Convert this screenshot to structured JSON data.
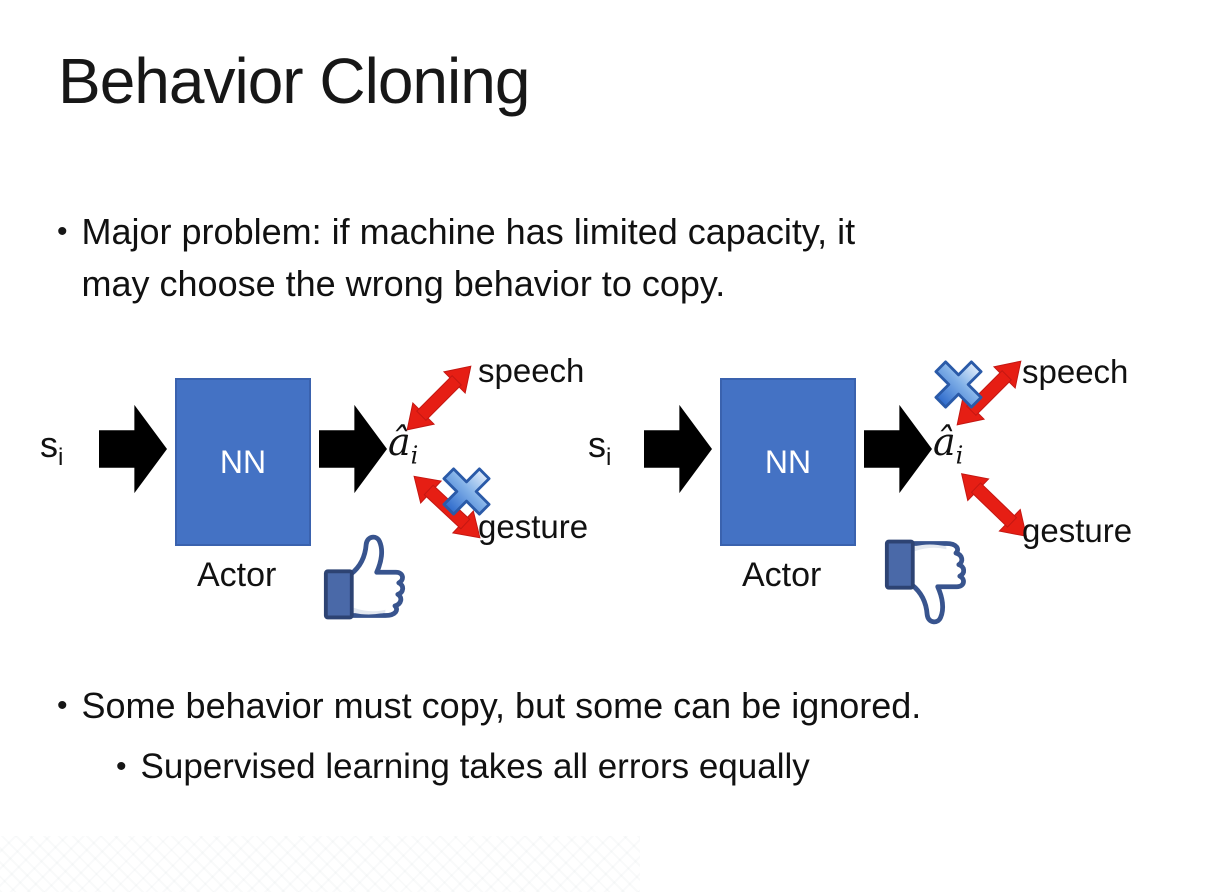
{
  "slide": {
    "title": "Behavior Cloning",
    "bullet_glyph": "•",
    "bullet1_line1": "Major problem: if machine has limited capacity, it",
    "bullet1_line2": "may choose the wrong behavior to copy.",
    "bullet2": "Some behavior must copy, but some can be ignored.",
    "bullet3": "Supervised learning takes all errors equally"
  },
  "diagram_left": {
    "input_label": "s",
    "input_sub": "i",
    "box_label": "NN",
    "output_label": "â",
    "output_sub": "i",
    "actor_label": "Actor",
    "speech_label": "speech",
    "gesture_label": "gesture",
    "crossed_out_action": "gesture",
    "feedback_icon": "thumbs-up-icon"
  },
  "diagram_right": {
    "input_label": "s",
    "input_sub": "i",
    "box_label": "NN",
    "output_label": "â",
    "output_sub": "i",
    "actor_label": "Actor",
    "speech_label": "speech",
    "gesture_label": "gesture",
    "crossed_out_action": "speech",
    "feedback_icon": "thumbs-down-icon"
  },
  "colors": {
    "nn_box_fill": "#4472C4",
    "nn_box_border": "#3A62AE",
    "block_arrow": "#000000",
    "relation_arrow_red": "#E61E14",
    "cross_blue": "#3C7AD6",
    "thumb_outline_navy": "#38548E",
    "thumb_cuff_blue": "#4A69A8"
  }
}
